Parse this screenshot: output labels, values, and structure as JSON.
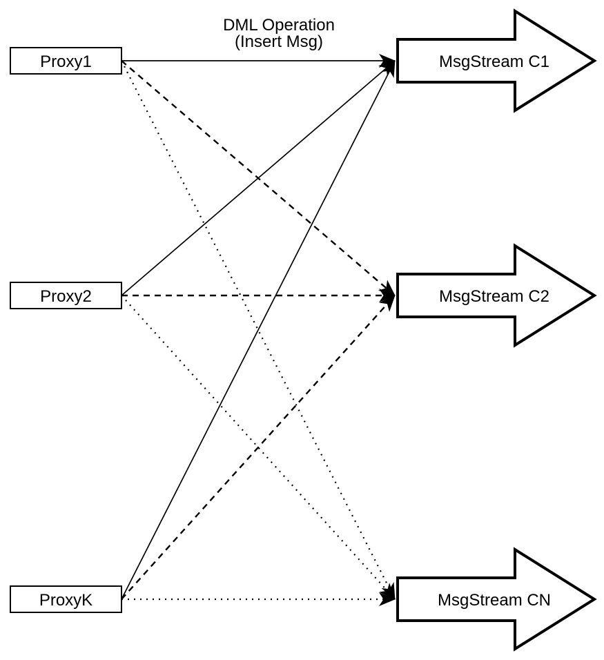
{
  "page": {
    "background": "#ffffff"
  },
  "diagram": {
    "colors": {
      "stroke": "#000000",
      "node_fill": "#ffffff",
      "text": "#000000"
    },
    "connection_label": {
      "line1": "DML Operation",
      "line2": "(Insert Msg)"
    },
    "proxies": [
      {
        "id": "proxy1",
        "label": "Proxy1"
      },
      {
        "id": "proxy2",
        "label": "Proxy2"
      },
      {
        "id": "proxyK",
        "label": "ProxyK"
      }
    ],
    "streams": [
      {
        "id": "c1",
        "label": "MsgStream C1"
      },
      {
        "id": "c2",
        "label": "MsgStream C2"
      },
      {
        "id": "cn",
        "label": "MsgStream CN"
      }
    ],
    "edges": [
      {
        "from": "proxy1",
        "to": "c1",
        "style": "solid"
      },
      {
        "from": "proxy1",
        "to": "c2",
        "style": "dashed"
      },
      {
        "from": "proxy1",
        "to": "cn",
        "style": "dotted"
      },
      {
        "from": "proxy2",
        "to": "c1",
        "style": "solid"
      },
      {
        "from": "proxy2",
        "to": "c2",
        "style": "dashed"
      },
      {
        "from": "proxy2",
        "to": "cn",
        "style": "dotted"
      },
      {
        "from": "proxyK",
        "to": "c1",
        "style": "solid"
      },
      {
        "from": "proxyK",
        "to": "c2",
        "style": "dashed"
      },
      {
        "from": "proxyK",
        "to": "cn",
        "style": "dotted"
      }
    ]
  }
}
